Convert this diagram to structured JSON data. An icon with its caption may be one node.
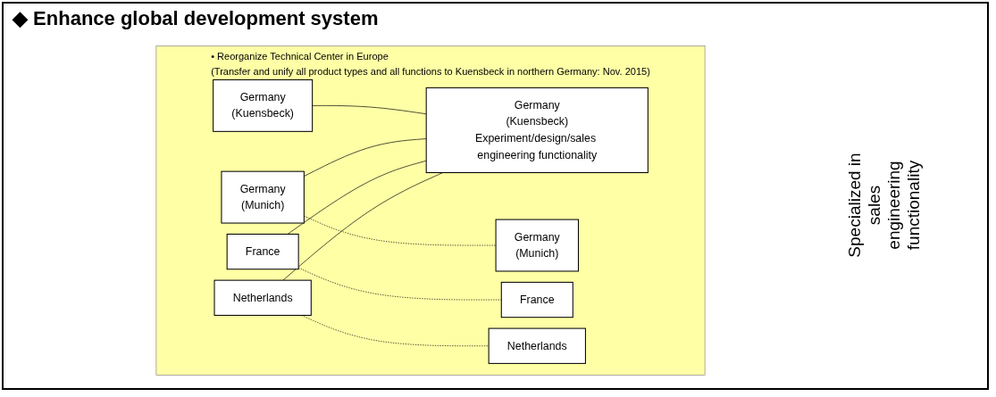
{
  "diagram": {
    "title": "◆ Enhance global development system",
    "nodes": [
      {
        "text": [
          "• Reorganize Technical Center in Europe",
          "(Transfer and unify all product types and all functions to Kuensbeck in northern Germany: Nov. 2015)"
        ]
      },
      {
        "text": [
          "Germany",
          "(Kuensbeck)"
        ],
        "in": 0
      },
      {
        "text": [
          "Germany",
          "(Munich)"
        ],
        "in": 0
      },
      {
        "text": [
          "France"
        ],
        "in": 0
      },
      {
        "text": [
          "Netherlands"
        ],
        "in": 0
      },
      {
        "text": [
          "Germany",
          "(Kuensbeck)",
          "Experiment/design/sales engineering functionality"
        ],
        "in": 0
      },
      {
        "text": [
          "Germany",
          "(Munich)"
        ],
        "in": 0
      },
      {
        "text": [
          "France"
        ],
        "in": 0
      },
      {
        "text": [
          "Netherlands"
        ],
        "in": 0
      }
    ],
    "edges": [
      {
        "from": 1,
        "to": 5,
        "arrow": "none"
      },
      {
        "from": 2,
        "to": 5,
        "arrow": "none"
      },
      {
        "from": 3,
        "to": 5,
        "arrow": "none"
      },
      {
        "from": 4,
        "to": 5,
        "arrow": "none"
      },
      {
        "from": 2,
        "to": 6,
        "arrow": "none",
        "style": "dashed"
      },
      {
        "from": 3,
        "to": 7,
        "arrow": "none",
        "style": "dashed"
      },
      {
        "from": 4,
        "to": 8,
        "arrow": "none",
        "style": "dashed"
      }
    ],
    "labels": [
      "Specialized in sales engineering functionality"
    ]
  }
}
